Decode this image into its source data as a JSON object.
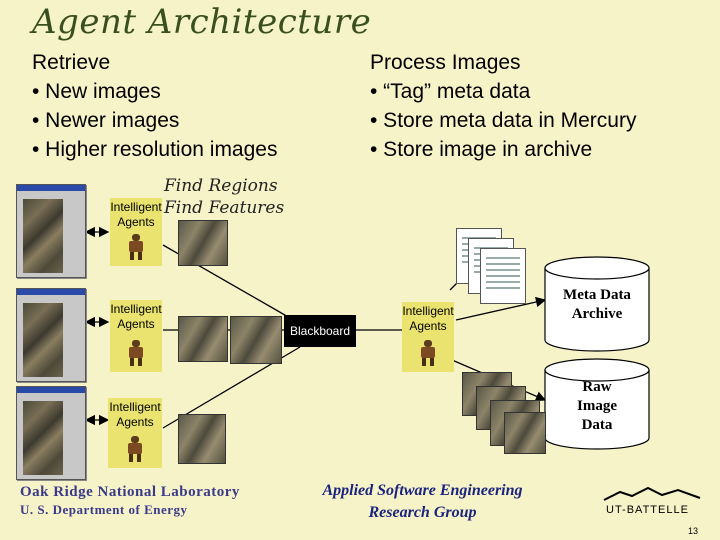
{
  "title": "Agent Architecture",
  "retrieve": {
    "heading": "Retrieve",
    "items": [
      "• New images",
      "• Newer images",
      "• Higher resolution images"
    ]
  },
  "process": {
    "heading": "Process Images",
    "items": [
      "•  “Tag” meta data",
      "•  Store meta data in Mercury",
      "•  Store image in archive"
    ]
  },
  "find_regions": "Find Regions",
  "find_features": "Find Features",
  "agent_labels": [
    "Intelligent Agents",
    "Intelligent Agents",
    "Intelligent Agents",
    "Intelligent Agents"
  ],
  "agent_top_word": "Intelligent",
  "agent_top_word2": "Agents",
  "blackboard": "Blackboard",
  "meta_archive": [
    "Meta Data",
    "Archive"
  ],
  "raw_image": [
    "Raw",
    "Image",
    "Data"
  ],
  "footer": {
    "ornl_line1": "Oak Ridge National Laboratory",
    "ornl_line2": "U. S. Department of Energy",
    "group_line1": "Applied Software Engineering",
    "group_line2": "Research Group",
    "logo_text": "UT-BATTELLE",
    "page_number": "13"
  }
}
